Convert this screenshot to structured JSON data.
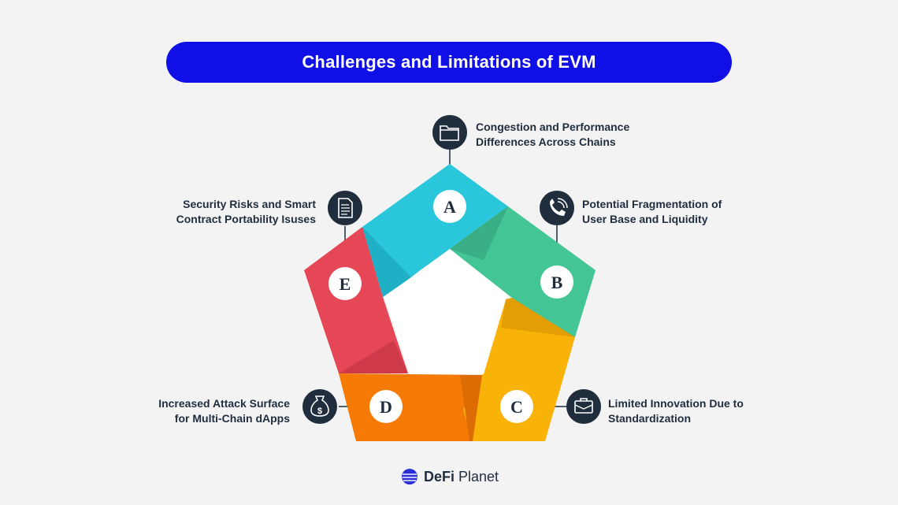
{
  "title": "Challenges and Limitations of EVM",
  "segments": [
    {
      "letter": "A",
      "label_line1": "Congestion and Performance",
      "label_line2": "Differences Across Chains",
      "color": "#2ac6dc",
      "icon": "folder-icon"
    },
    {
      "letter": "B",
      "label_line1": "Potential Fragmentation of",
      "label_line2": "User Base and Liquidity",
      "color": "#43c596",
      "icon": "phone-icon"
    },
    {
      "letter": "C",
      "label_line1": "Limited Innovation Due to",
      "label_line2": "Standardization",
      "color": "#f9b208",
      "icon": "briefcase-icon"
    },
    {
      "letter": "D",
      "label_line1": "Increased Attack Surface",
      "label_line2": "for Multi-Chain dApps",
      "color": "#f57a06",
      "icon": "money-bag-icon"
    },
    {
      "letter": "E",
      "label_line1": "Security Risks and Smart",
      "label_line2": "Contract Portability Isuses",
      "color": "#e54757",
      "icon": "document-icon"
    }
  ],
  "brand": {
    "part1": "DeFi",
    "part2": " Planet"
  },
  "colors": {
    "title_bg": "#0f0fe6",
    "icon_bg": "#1f2d3d",
    "text": "#1f2d3d"
  }
}
